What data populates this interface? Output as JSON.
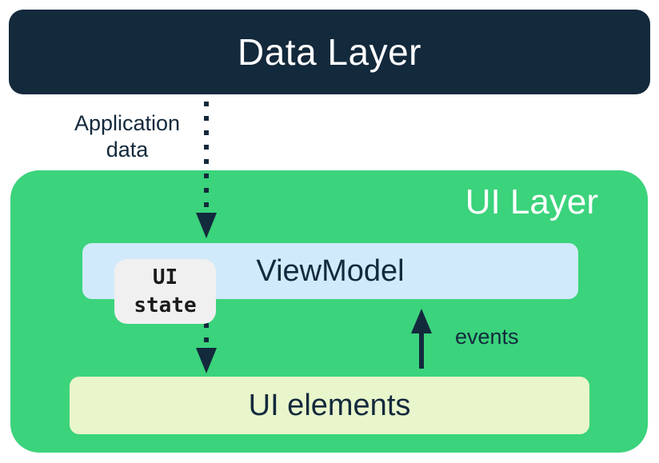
{
  "diagram": {
    "kind": "architecture-layers",
    "boxes": {
      "data_layer": {
        "label": "Data Layer"
      },
      "ui_layer": {
        "label": "UI Layer"
      },
      "viewmodel": {
        "label": "ViewModel"
      },
      "ui_state_badge": {
        "line1": "UI",
        "line2": "state"
      },
      "ui_elements": {
        "label": "UI elements"
      }
    },
    "arrows": {
      "application_data": {
        "label_line1": "Application",
        "label_line2": "data",
        "style": "dotted",
        "direction": "down",
        "from": "Data Layer",
        "through": "ViewModel",
        "to": "UI elements"
      },
      "events": {
        "label": "events",
        "style": "solid",
        "direction": "up",
        "from": "UI elements",
        "to": "ViewModel"
      }
    },
    "colors": {
      "navy": "#13293C",
      "green": "#3BD37C",
      "light_blue": "#D1EAFB",
      "cream": "#E9F5CB",
      "badge_gray": "#F0F0F0",
      "badge_text": "#1B1B1B",
      "text_light": "#FFFFFF"
    }
  }
}
